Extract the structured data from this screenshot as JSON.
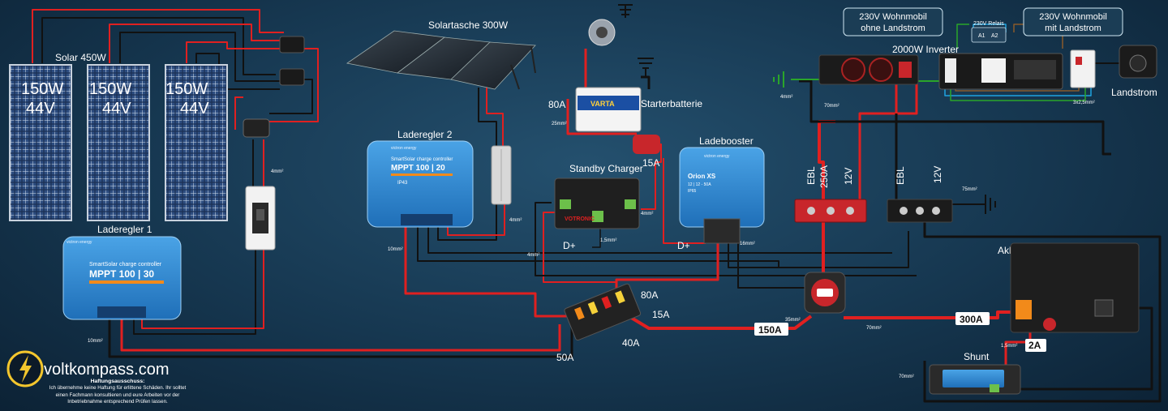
{
  "brand": {
    "name": "voltkompass.com"
  },
  "disclaimer": {
    "title": "Haftungsausschuss:",
    "lines": [
      "Ich übernehme keine Haftung für erlittene Schäden. Ihr solltet",
      "einen Fachmann konsultieren und eure Arbeiten vor der",
      "Inbetriebnahme entsprechend Prüfen lassen."
    ]
  },
  "solar": {
    "array_label": "Solar 450W",
    "panels": [
      {
        "power": "150W",
        "voltage": "44V"
      },
      {
        "power": "150W",
        "voltage": "44V"
      },
      {
        "power": "150W",
        "voltage": "44V"
      }
    ]
  },
  "solar_bag": {
    "label": "Solartasche 300W"
  },
  "controller1": {
    "label": "Laderegler 1",
    "brand": "victron energy",
    "line": "SmartSolar charge controller",
    "model": "MPPT 100 | 30"
  },
  "controller2": {
    "label": "Laderegler 2",
    "brand": "victron energy",
    "line": "SmartSolar charge controller",
    "model": "MPPT 100 | 20",
    "ip": "IP43"
  },
  "starter": {
    "label": "Starterbatterie",
    "brand": "VARTA",
    "fuse": "80A",
    "fuse2": "15A"
  },
  "standby": {
    "label": "Standby Charger",
    "brand": "VOTRONIC",
    "dplus": "D+"
  },
  "booster": {
    "label": "Ladebooster",
    "brand": "victron energy",
    "model": "Orion XS",
    "sub": "12 | 12 - 50A",
    "ip": "IP65",
    "dplus": "D+"
  },
  "inverter": {
    "label": "2000W Inverter"
  },
  "boxes": {
    "left": [
      "230V Wohnmobil",
      "ohne Landstrom"
    ],
    "right": [
      "230V Wohnmobil",
      "mit Landstrom"
    ]
  },
  "relay": {
    "label": "230V Relais",
    "pins": [
      "A1",
      "A2"
    ]
  },
  "landstrom": {
    "label": "Landstrom"
  },
  "busbar_red": {
    "left": "EBL",
    "fuse": "250A",
    "right": "12V"
  },
  "busbar_black": {
    "left": "EBL",
    "right": "12V"
  },
  "fuse_block": {
    "a": "80A",
    "b": "15A",
    "c": "40A",
    "d": "50A"
  },
  "akku": {
    "label": "Akku"
  },
  "shunt": {
    "label": "Shunt",
    "fuse": "2A"
  },
  "fuses": {
    "main": "150A",
    "akku": "300A"
  },
  "wires": {
    "w4mm_a": "4mm²",
    "w4mm_b": "4mm²",
    "w4mm_c": "4mm²",
    "w4mm_d": "4mm²",
    "w4mm_e": "4mm²",
    "w10mm_a": "10mm²",
    "w10mm_b": "10mm²",
    "w25mm_a": "25mm²",
    "w25mm_b": "75mm²",
    "w1_5mm_a": "1,5mm²",
    "w1_5mm_b": "1,5mm²",
    "w16mm": "16mm²",
    "w35mm": "35mm²",
    "w70mm_a": "70mm²",
    "w70mm_b": "70mm²",
    "w70mm_c": "70mm²",
    "w3x2_5": "3x2,5mm²"
  }
}
